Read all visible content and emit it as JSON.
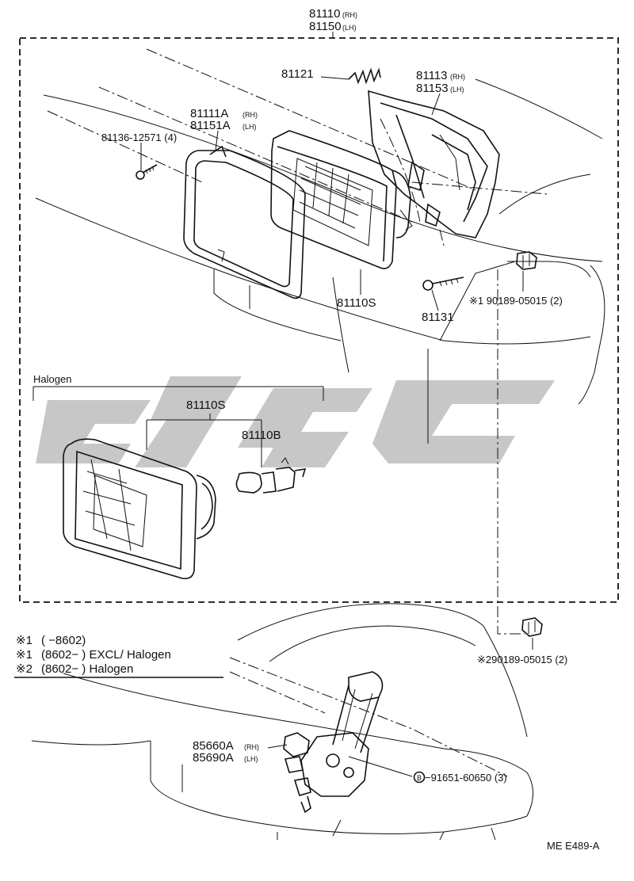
{
  "assembly": {
    "part_rh": "81110",
    "tag_rh": "(RH)",
    "part_lh": "81150",
    "tag_lh": "(LH)"
  },
  "parts": {
    "p81121": "81121",
    "p81113": "81113",
    "p81113_tag": "(RH)",
    "p81153": "81153",
    "p81153_tag": "(LH)",
    "p81111a": "81111A",
    "p81111a_tag": "(RH)",
    "p81151a": "81151A",
    "p81151a_tag": "(LH)",
    "p81136": "81136-12571 (4)",
    "p81110s_upper": "81110S",
    "p81131": "81131",
    "p90189_upper": "※1 90189-05015 (2)",
    "p81110s_lower": "81110S",
    "p81110b": "81110B",
    "p90189_lower": "※290189-05015 (2)",
    "p85660a": "85660A",
    "p85660a_tag": "(RH)",
    "p85690a": "85690A",
    "p85690a_tag": "(LH)",
    "p91651_mark": "B",
    "p91651": "−91651-60650 (3)"
  },
  "halogen_section": {
    "title": "Halogen"
  },
  "legend": {
    "row1_mark": "※1",
    "row1_text": "(          −8602)",
    "row2_mark": "※1",
    "row2_text": "(8602−         ) EXCL/ Halogen",
    "row3_mark": "※2",
    "row3_text": "(8602−         ) Halogen"
  },
  "footer": {
    "code": "ME  E489-A"
  },
  "colors": {
    "ink": "#111111",
    "watermark": "#bdbdbd",
    "background": "#ffffff"
  }
}
